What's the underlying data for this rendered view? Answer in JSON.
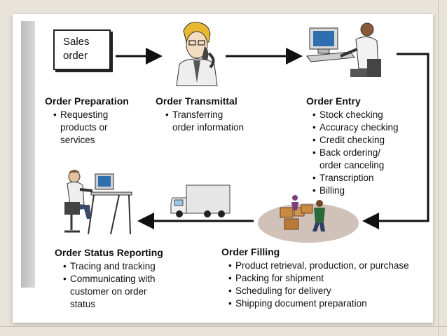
{
  "sales_doc": {
    "line1": "Sales",
    "line2": "order"
  },
  "stages": [
    {
      "title": "Order Preparation",
      "lines": [
        {
          "bullet": true,
          "text": "Requesting"
        },
        {
          "bullet": false,
          "text": "products or"
        },
        {
          "bullet": false,
          "text": "services"
        }
      ]
    },
    {
      "title": "Order Transmittal",
      "lines": [
        {
          "bullet": true,
          "text": "Transferring"
        },
        {
          "bullet": false,
          "text": "order information"
        }
      ]
    },
    {
      "title": "Order Entry",
      "lines": [
        {
          "bullet": true,
          "text": "Stock checking"
        },
        {
          "bullet": true,
          "text": "Accuracy checking"
        },
        {
          "bullet": true,
          "text": "Credit checking"
        },
        {
          "bullet": true,
          "text": "Back ordering/"
        },
        {
          "bullet": false,
          "text": "order canceling"
        },
        {
          "bullet": true,
          "text": "Transcription"
        },
        {
          "bullet": true,
          "text": "Billing"
        }
      ]
    },
    {
      "title": "Order Filling",
      "lines": [
        {
          "bullet": true,
          "text": "Product retrieval, production, or purchase"
        },
        {
          "bullet": true,
          "text": "Packing for shipment"
        },
        {
          "bullet": true,
          "text": "Scheduling for delivery"
        },
        {
          "bullet": true,
          "text": "Shipping document preparation"
        }
      ]
    },
    {
      "title": "Order Status Reporting",
      "lines": [
        {
          "bullet": true,
          "text": "Tracing and tracking"
        },
        {
          "bullet": true,
          "text": "Communicating with"
        },
        {
          "bullet": false,
          "text": "customer on order"
        },
        {
          "bullet": false,
          "text": "status"
        }
      ]
    }
  ],
  "icons": [
    "document-icon",
    "person-on-phone-icon",
    "person-at-computer-icon",
    "truck-icon",
    "warehouse-workers-icon",
    "person-at-desk-icon"
  ]
}
